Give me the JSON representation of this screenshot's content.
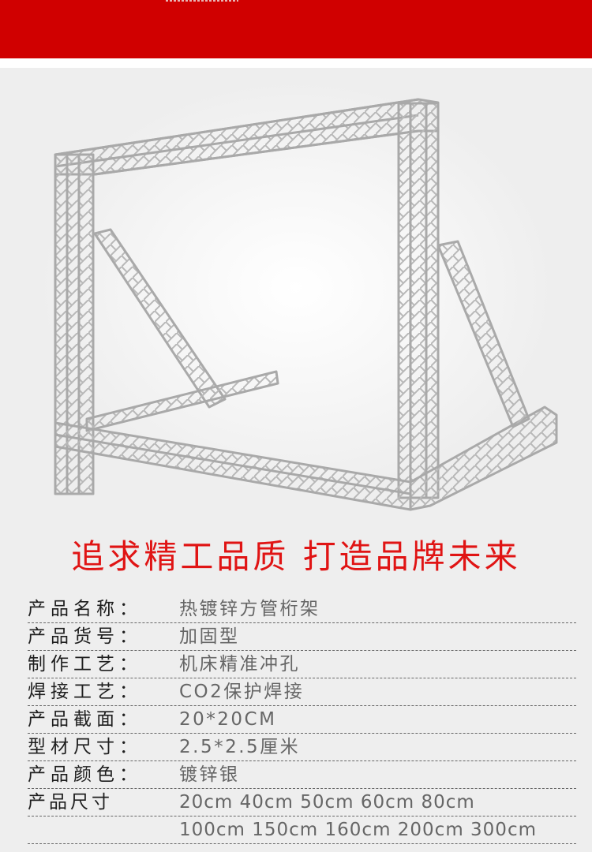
{
  "banner": {
    "color": "#d00000"
  },
  "hero": {
    "image_alt": "镀锌银方管桁架 truss frame",
    "accent": "#cfcfcf"
  },
  "slogan": {
    "text": "追求精工品质 打造品牌未来",
    "color": "#e01414"
  },
  "specs": [
    {
      "label": "产品名称：",
      "value": "热镀锌方管桁架"
    },
    {
      "label": "产品货号：",
      "value": "加固型"
    },
    {
      "label": "制作工艺：",
      "value": "机床精准冲孔"
    },
    {
      "label": "焊接工艺：",
      "value": "CO2保护焊接"
    },
    {
      "label": "产品截面：",
      "value": "20*20CM"
    },
    {
      "label": "型材尺寸：",
      "value": "2.5*2.5厘米"
    },
    {
      "label": "产品颜色：",
      "value": "镀锌银"
    },
    {
      "label": "产品尺寸",
      "value": "20cm 40cm 50cm 60cm 80cm"
    },
    {
      "label": "",
      "value": "100cm 150cm 160cm 200cm 300cm"
    }
  ]
}
